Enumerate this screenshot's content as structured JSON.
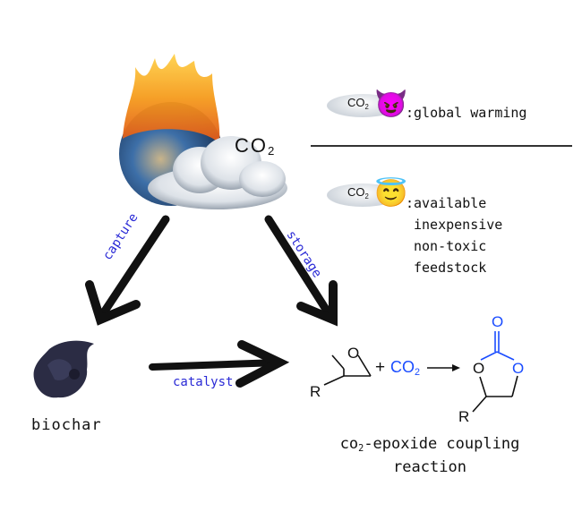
{
  "co2_label": {
    "main": "CO",
    "sub": "2"
  },
  "arrows": {
    "capture": "capture",
    "storage": "storage",
    "catalyst": "catalyst"
  },
  "legend": {
    "bad": {
      "co2_main": "CO",
      "co2_sub": "2",
      "emoji": "😈",
      "label": ":global warming"
    },
    "good": {
      "co2_main": "CO",
      "co2_sub": "2",
      "emoji": "😇",
      "lines": [
        ":available",
        "inexpensive",
        "non-toxic",
        "feedstock"
      ]
    }
  },
  "biochar": {
    "label": "biochar"
  },
  "reaction": {
    "epoxide_O": "O",
    "epoxide_R": "R",
    "plus": "+",
    "co2_main": "CO",
    "co2_sub": "2",
    "product_O_top": "O",
    "product_O_left": "O",
    "product_O_right": "O",
    "product_R": "R",
    "caption_prefix": "CO",
    "caption_sub": "2",
    "caption_line1_rest": "-epoxide coupling",
    "caption_line2": "reaction"
  },
  "colors": {
    "label_blue": "#2a2ad6",
    "chem_blue": "#1a4cff",
    "ink": "#111111"
  }
}
